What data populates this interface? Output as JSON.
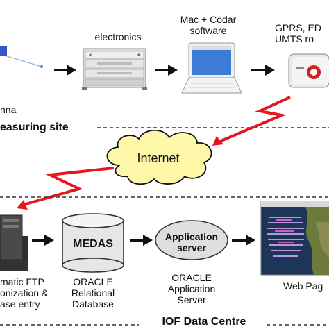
{
  "measuring_site": {
    "antenna_label": "nna",
    "electronics_label": "electronics",
    "mac_label": "Mac + Codar\nsoftware",
    "router_label": "GPRS, ED\nUMTS ro",
    "section_label": "easuring site"
  },
  "internet": {
    "label": "Internet"
  },
  "data_centre": {
    "ftp_label": "matic FTP\nonization &\nase entry",
    "medas_label": "MEDAS",
    "oracle_db_label": "ORACLE\nRelational\nDatabase",
    "app_server_label": "Application\nserver",
    "oracle_app_label": "ORACLE\nApplication\nServer",
    "webpage_label": "Web Pag",
    "section_label": "IOF Data Centre"
  },
  "colors": {
    "lightning": "#e8161c",
    "cloud": "#fff8a8",
    "arrow": "#111111"
  }
}
